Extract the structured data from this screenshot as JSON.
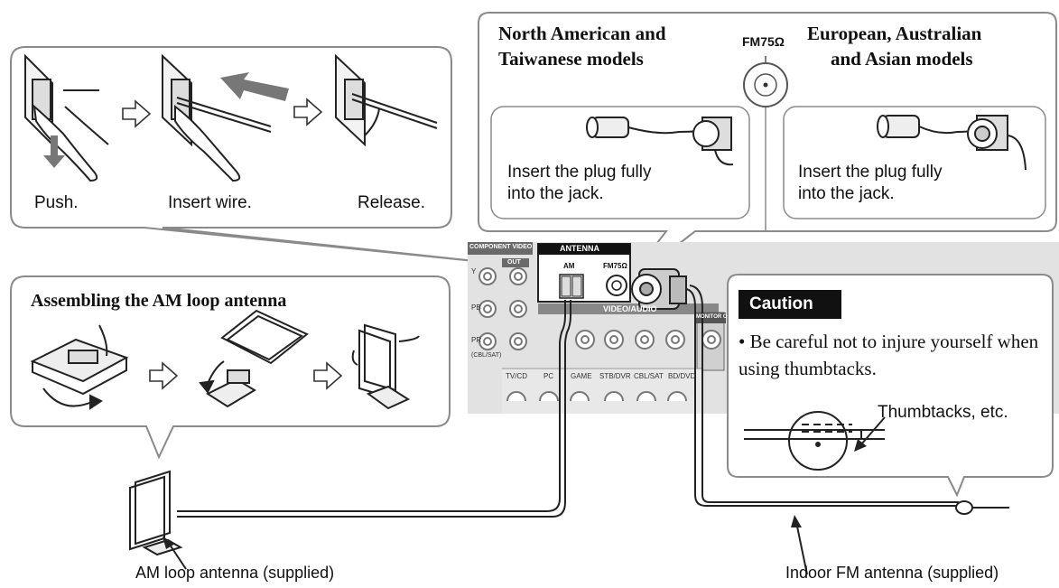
{
  "wire_steps": {
    "push": "Push.",
    "insert": "Insert wire.",
    "release": "Release."
  },
  "fm_regions": {
    "north_america": [
      "North American and",
      "Taiwanese models"
    ],
    "europe": [
      "European, Australian",
      "and Asian models"
    ],
    "jack_label": "FM75Ω",
    "plug_note_left": [
      "Insert the plug fully",
      "into the jack."
    ],
    "plug_note_right": [
      "Insert the plug fully",
      "into the jack."
    ]
  },
  "am_assembly": {
    "title": "Assembling the AM loop antenna"
  },
  "caution": {
    "tag": "Caution",
    "bullet": "•",
    "text": "Be careful not to injure yourself when using thumbtacks.",
    "thumbtacks_label": "Thumbtacks, etc."
  },
  "receiver_panel": {
    "antenna_header": "ANTENNA",
    "am_label": "AM",
    "fm_label": "FM75Ω",
    "component_video": "COMPONENT VIDEO",
    "out": "OUT",
    "video_audio": "VIDEO/AUDIO",
    "monitor_out": "MONITOR O",
    "y": "Y",
    "pb": "PB",
    "pr": "PR",
    "cbl_sat": "(CBL/SAT)",
    "inputs": [
      "TV/CD",
      "PC",
      "GAME",
      "STB/DVR",
      "CBL/SAT",
      "BD/DVD"
    ]
  },
  "callouts": {
    "am_antenna": "AM loop antenna (supplied)",
    "fm_antenna": "Indoor FM antenna (supplied)"
  }
}
